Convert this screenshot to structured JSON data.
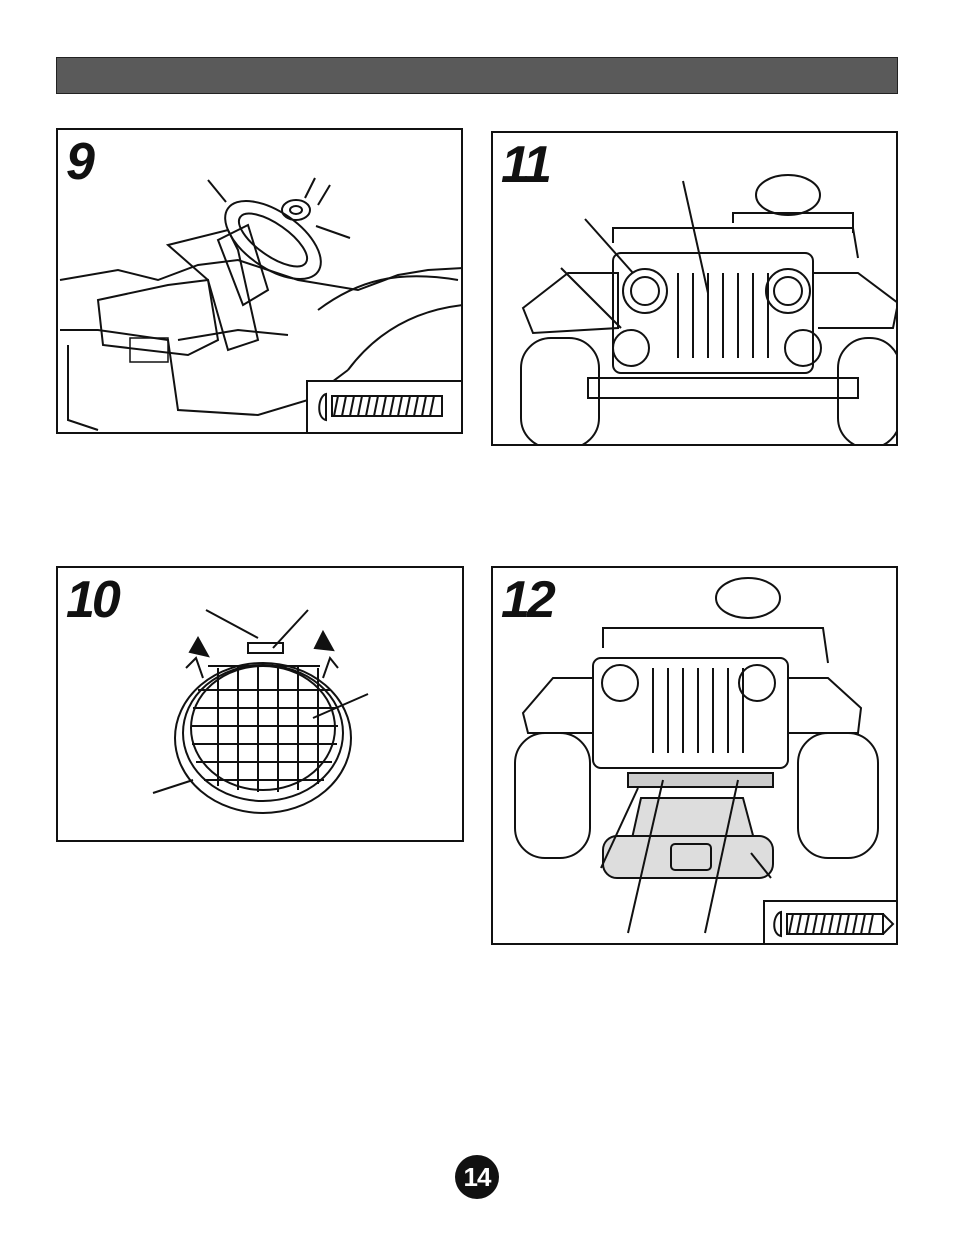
{
  "header": {
    "text": ""
  },
  "steps": [
    {
      "number": "9"
    },
    {
      "number": "11"
    },
    {
      "number": "10"
    },
    {
      "number": "12"
    }
  ],
  "page_number": "14",
  "icons": {
    "step9": [
      "steering-wheel-illustration",
      "screw-icon"
    ],
    "step10": [
      "headlight-lens-illustration"
    ],
    "step11": [
      "vehicle-front-illustration"
    ],
    "step12": [
      "bumper-assembly-illustration",
      "screw-icon"
    ]
  }
}
